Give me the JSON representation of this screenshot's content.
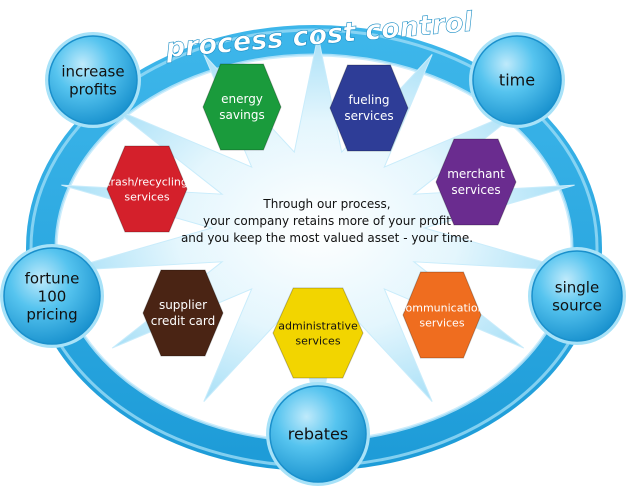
{
  "title": "process cost control",
  "center_text": [
    "Through our process,",
    "your company retains more of your profit",
    "and you keep the most valued asset - your time."
  ],
  "outer_nodes": [
    {
      "id": "increase-profits",
      "lines": [
        "increase",
        "profits"
      ]
    },
    {
      "id": "time",
      "lines": [
        "time"
      ]
    },
    {
      "id": "fortune-100-pricing",
      "lines": [
        "fortune",
        "100",
        "pricing"
      ]
    },
    {
      "id": "single-source",
      "lines": [
        "single",
        "source"
      ]
    },
    {
      "id": "rebates",
      "lines": [
        "rebates"
      ]
    }
  ],
  "hexagons": [
    {
      "id": "energy-savings",
      "lines": [
        "energy",
        "savings"
      ],
      "color": "#1a9b3c"
    },
    {
      "id": "fueling-services",
      "lines": [
        "fueling",
        "services"
      ],
      "color": "#2e3d97"
    },
    {
      "id": "trash-recycling-services",
      "lines": [
        "trash/recycling",
        "services"
      ],
      "color": "#d4202b"
    },
    {
      "id": "merchant-services",
      "lines": [
        "merchant",
        "services"
      ],
      "color": "#6a2c8f"
    },
    {
      "id": "supplier-credit-card",
      "lines": [
        "supplier",
        "credit card"
      ],
      "color": "#4a2414"
    },
    {
      "id": "administrative-services",
      "lines": [
        "administrative",
        "services"
      ],
      "color": "#f2d500"
    },
    {
      "id": "communication-services",
      "lines": [
        "communication",
        "services"
      ],
      "color": "#ef6d1f"
    }
  ],
  "colors": {
    "ring": "#29a9e1",
    "ring_light": "#8fd6f5",
    "circle_fill": "#4cc1ef",
    "star_glow": "#bfe9fb",
    "title_text": "#ffffff",
    "center_text": "#111111",
    "hex_text_light": "#ffffff",
    "hex_text_dark": "#111111"
  }
}
